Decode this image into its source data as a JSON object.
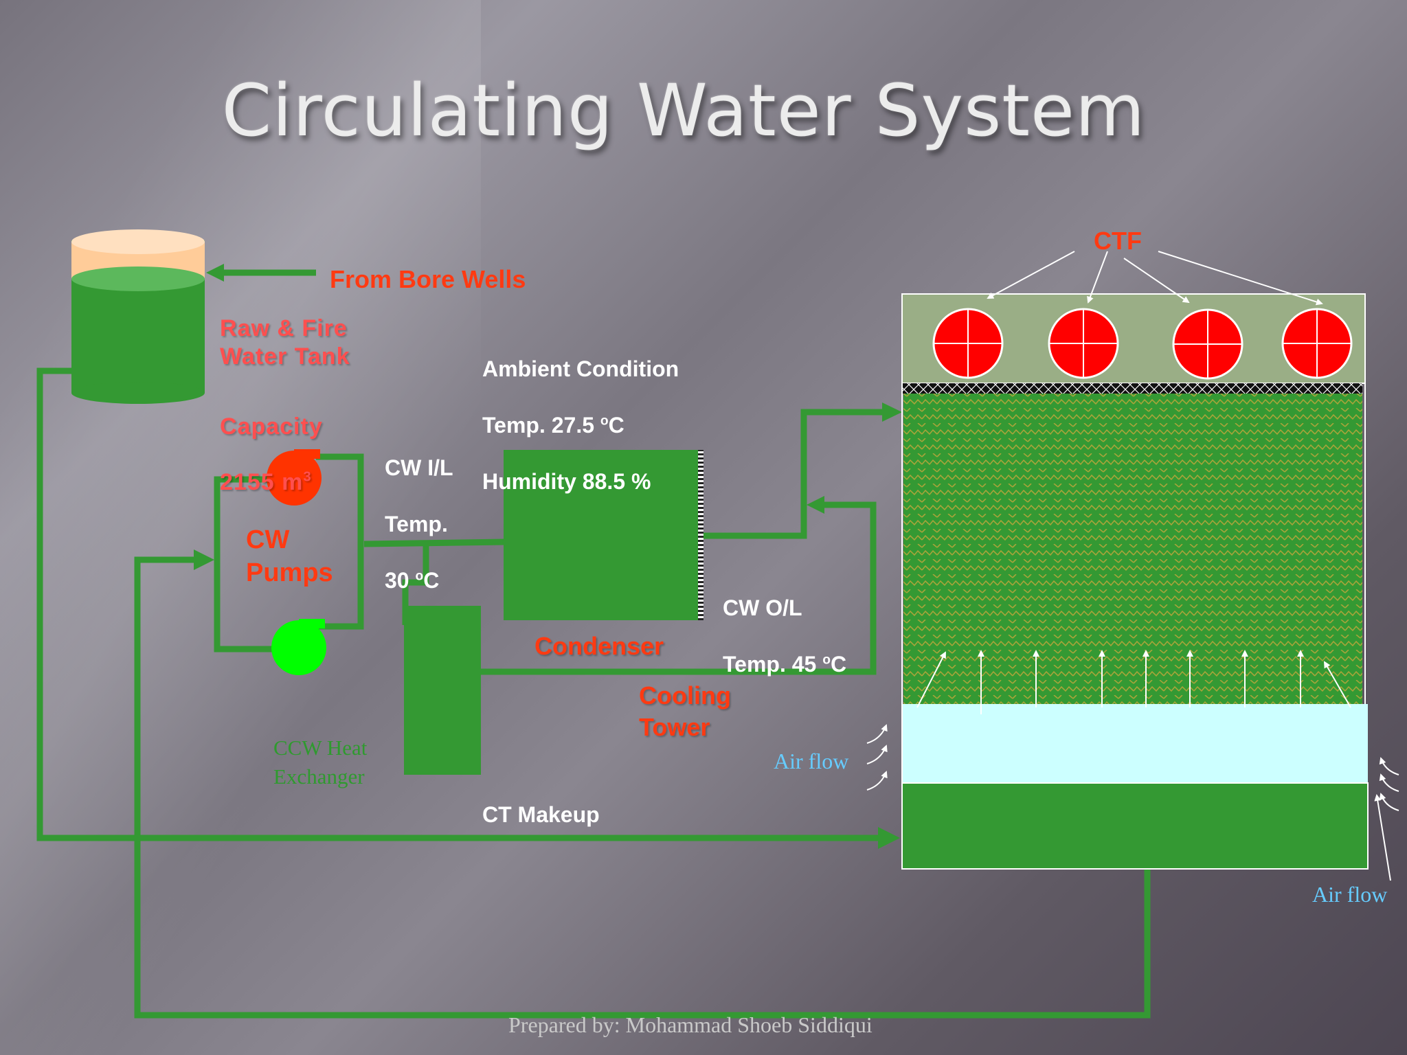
{
  "title": "Circulating Water System",
  "labels": {
    "from_bore_wells": "From Bore Wells",
    "raw_fire_tank": "Raw & Fire\nWater Tank",
    "capacity_label": "Capacity",
    "capacity_value": "2155 m",
    "capacity_unit_sup": "3",
    "ambient_heading": "Ambient Condition",
    "ambient_temp_prefix": "Temp. 27.5 ",
    "ambient_temp_sup": "o",
    "ambient_temp_unit": "C",
    "ambient_humidity": "Humidity 88.5 %",
    "cw_il_line1": "CW I/L",
    "cw_il_line2": "Temp.",
    "cw_il_temp_prefix": "30 ",
    "cw_il_temp_sup": "o",
    "cw_il_temp_unit": "C",
    "cw_pumps": "CW\nPumps",
    "condenser": "Condenser",
    "cw_ol_line1": "CW O/L",
    "cw_ol_temp_prefix": "Temp. 45 ",
    "cw_ol_temp_sup": "o",
    "cw_ol_temp_unit": "C",
    "cooling_tower": "Cooling\nTower",
    "ccw_heat_exchanger": "CCW Heat\nExchanger",
    "ct_makeup": "CT Makeup",
    "ctf": "CTF",
    "air_flow_left": "Air flow",
    "air_flow_right": "Air flow",
    "prepared_by": "Prepared by: Mohammad Shoeb Siddiqui"
  },
  "colors": {
    "pipe_green": "#349933",
    "fan_red": "#ff0000",
    "label_red": "#ff3a12",
    "pump_top": "#ff3300",
    "pump_bottom": "#00ff00",
    "tower_head": "#9aae86",
    "tower_basin_air": "#ccffff",
    "air_flow_text": "#66ccff"
  }
}
